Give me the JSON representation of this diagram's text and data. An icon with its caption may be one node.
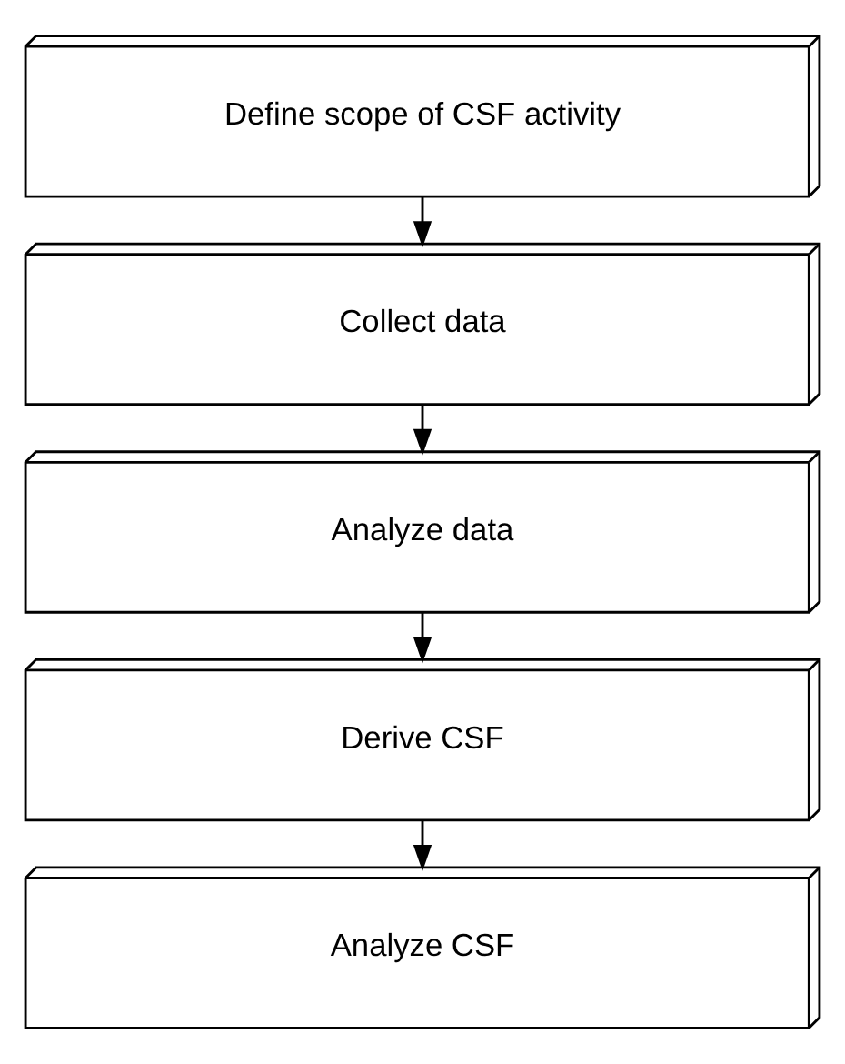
{
  "diagram": {
    "nodes": [
      {
        "text": [
          "Define scope of CSF activity"
        ]
      },
      {
        "text": [
          "Collect data"
        ]
      },
      {
        "text": [
          "Analyze data"
        ]
      },
      {
        "text": [
          "Derive CSF"
        ]
      },
      {
        "text": [
          "Analyze CSF"
        ]
      }
    ],
    "edges": [
      {
        "from": 0,
        "to": 1,
        "arrow": "to"
      },
      {
        "from": 1,
        "to": 2,
        "arrow": "to"
      },
      {
        "from": 2,
        "to": 3,
        "arrow": "to"
      },
      {
        "from": 3,
        "to": 4,
        "arrow": "to"
      }
    ]
  }
}
